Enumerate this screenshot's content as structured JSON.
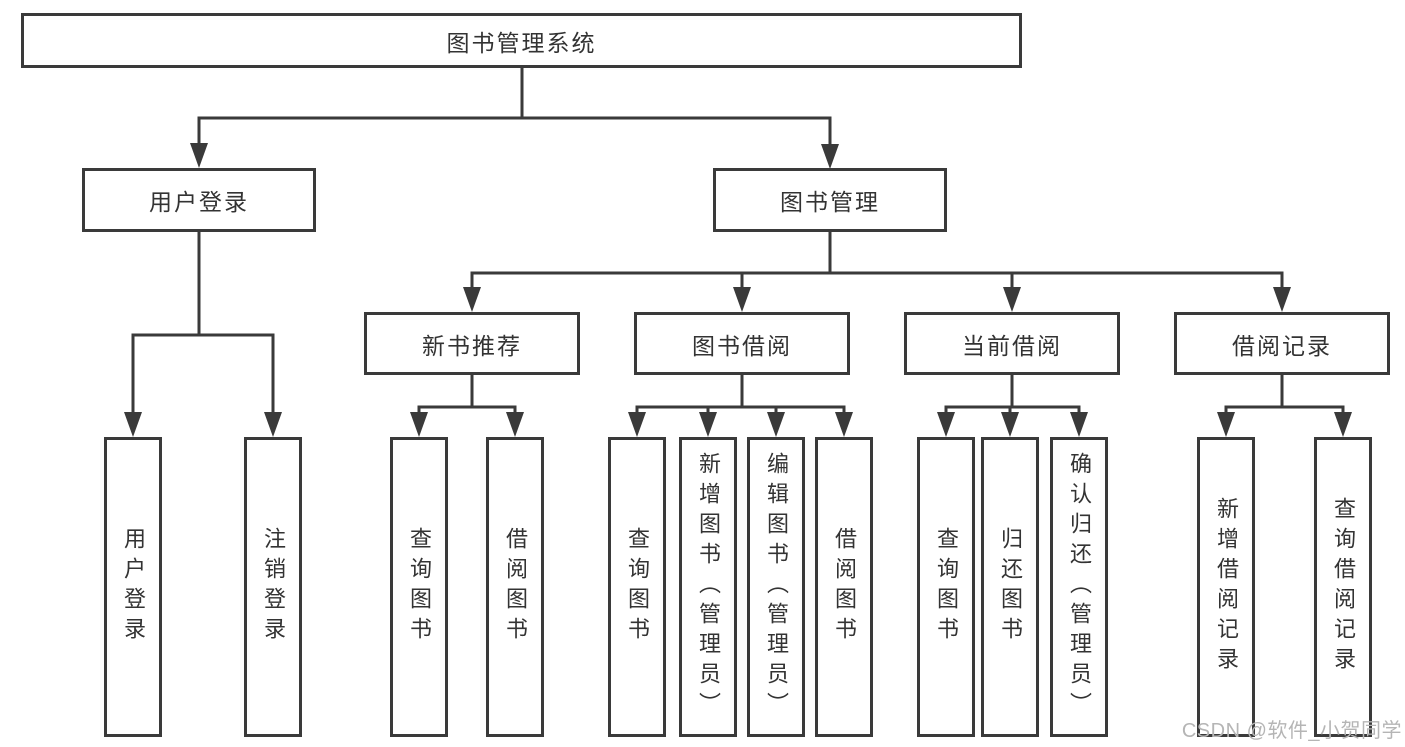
{
  "diagram": {
    "type": "tree",
    "root": {
      "label": "图书管理系统"
    },
    "branches": [
      {
        "label": "用户登录",
        "children": [
          {
            "label": "用户登录"
          },
          {
            "label": "注销登录"
          }
        ]
      },
      {
        "label": "图书管理",
        "children": [
          {
            "label": "新书推荐",
            "children": [
              {
                "label": "查询图书"
              },
              {
                "label": "借阅图书"
              }
            ]
          },
          {
            "label": "图书借阅",
            "children": [
              {
                "label": "查询图书"
              },
              {
                "label": "新增图书（管理员）"
              },
              {
                "label": "编辑图书（管理员）"
              },
              {
                "label": "借阅图书"
              }
            ]
          },
          {
            "label": "当前借阅",
            "children": [
              {
                "label": "查询图书"
              },
              {
                "label": "归还图书"
              },
              {
                "label": "确认归还（管理员）"
              }
            ]
          },
          {
            "label": "借阅记录",
            "children": [
              {
                "label": "新增借阅记录"
              },
              {
                "label": "查询借阅记录"
              }
            ]
          }
        ]
      }
    ]
  },
  "watermark": {
    "text": "CSDN @软件_小贺同学"
  },
  "colors": {
    "line": "#3a3a3a",
    "text": "#333333",
    "watermark": "#b5b5b5",
    "background": "#ffffff"
  }
}
